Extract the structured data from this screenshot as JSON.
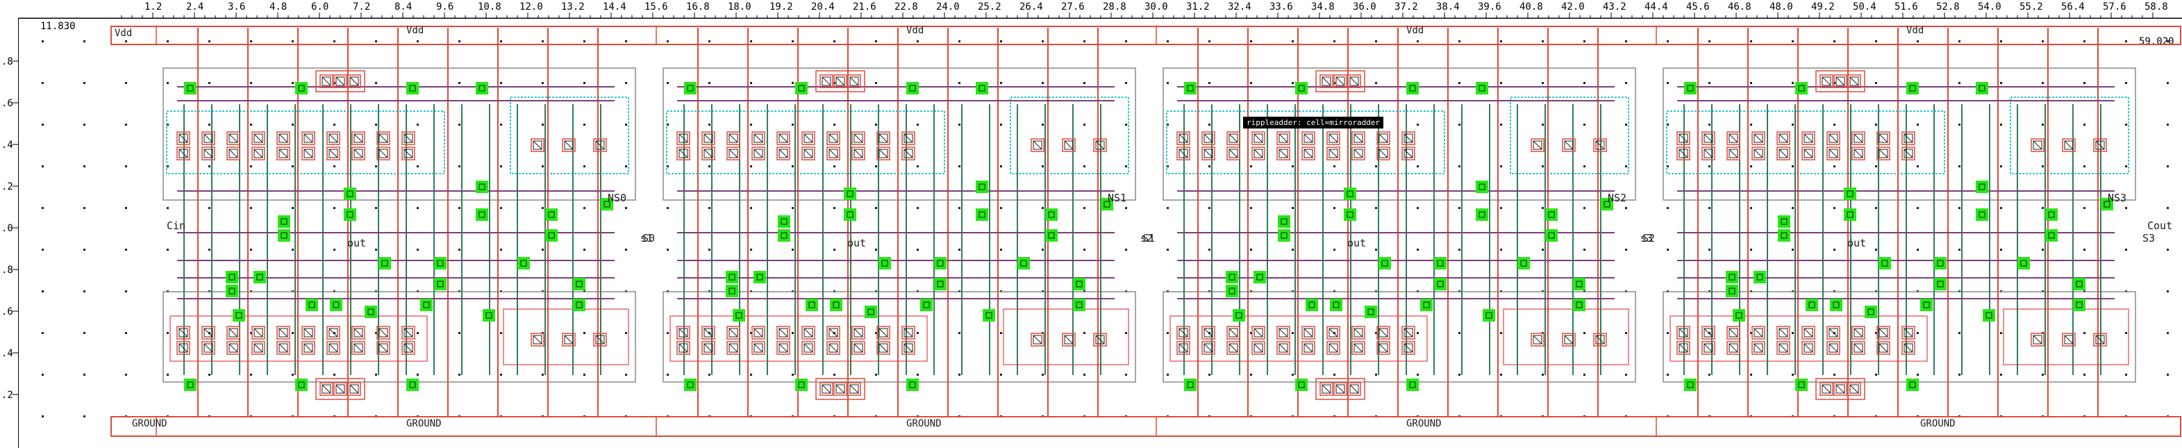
{
  "layout_editor": {
    "corner_readout": "11.830",
    "end_readout": "59.020",
    "top_ruler_ticks": [
      "1.2",
      "2.4",
      "3.6",
      "4.8",
      "6.0",
      "7.2",
      "8.4",
      "9.6",
      "10.8",
      "12.0",
      "13.2",
      "14.4",
      "15.6",
      "16.8",
      "18.0",
      "19.2",
      "20.4",
      "21.6",
      "22.8",
      "24.0",
      "25.2",
      "26.4",
      "27.6",
      "28.8",
      "30.0",
      "31.2",
      "32.4",
      "33.6",
      "34.8",
      "36.0",
      "37.2",
      "38.4",
      "39.6",
      "40.8",
      "42.0",
      "43.2",
      "44.4",
      "45.6",
      "46.8",
      "48.0",
      "49.2",
      "50.4",
      "51.6",
      "52.8",
      "54.0",
      "55.2",
      "56.4",
      "57.6",
      "58.8"
    ],
    "left_ruler_ticks": [
      ".8",
      ".6",
      ".4",
      ".2",
      ".0",
      ".8",
      ".6",
      ".4",
      ".2"
    ],
    "rail_labels": {
      "vdd": "Vdd",
      "ground": "GROUND"
    },
    "cell_labels": {
      "cin": "Cin",
      "cout": "Cout",
      "out": "out",
      "s1": "s1",
      "s2": "s2",
      "s3": "s3"
    },
    "net_labels": [
      "NS0",
      "NS1",
      "NS2",
      "NS3"
    ],
    "sum_labels": [
      "S0",
      "S1",
      "S2",
      "S3"
    ],
    "tooltip": "rippleadder: cell=mirroradder",
    "colors": {
      "metal1": "#e04a3a",
      "poly": "#2e7d5b",
      "diffusion": "#2ec9c9",
      "nwell": "#8a8a8a",
      "contact": "#29e619",
      "metal2": "#7b3f7b",
      "implant": "#e86868"
    }
  }
}
